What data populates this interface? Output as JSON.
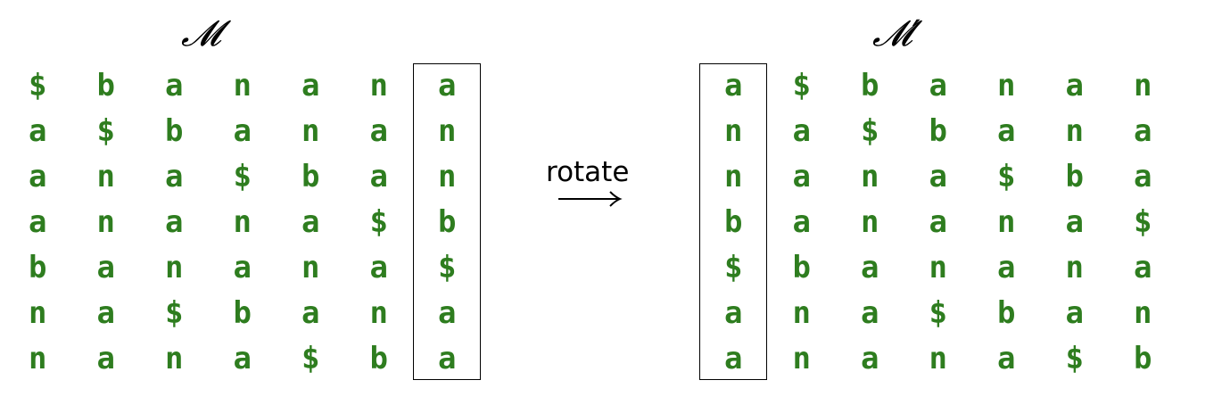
{
  "left": {
    "title": "𝓜",
    "rows": [
      [
        "$",
        "b",
        "a",
        "n",
        "a",
        "n",
        "a"
      ],
      [
        "a",
        "$",
        "b",
        "a",
        "n",
        "a",
        "n"
      ],
      [
        "a",
        "n",
        "a",
        "$",
        "b",
        "a",
        "n"
      ],
      [
        "a",
        "n",
        "a",
        "n",
        "a",
        "$",
        "b"
      ],
      [
        "b",
        "a",
        "n",
        "a",
        "n",
        "a",
        "$"
      ],
      [
        "n",
        "a",
        "$",
        "b",
        "a",
        "n",
        "a"
      ],
      [
        "n",
        "a",
        "n",
        "a",
        "$",
        "b",
        "a"
      ]
    ]
  },
  "arrow": {
    "label": "rotate"
  },
  "right": {
    "title": "𝓜′",
    "rows": [
      [
        "a",
        "$",
        "b",
        "a",
        "n",
        "a",
        "n"
      ],
      [
        "n",
        "a",
        "$",
        "b",
        "a",
        "n",
        "a"
      ],
      [
        "n",
        "a",
        "n",
        "a",
        "$",
        "b",
        "a"
      ],
      [
        "b",
        "a",
        "n",
        "a",
        "n",
        "a",
        "$"
      ],
      [
        "$",
        "b",
        "a",
        "n",
        "a",
        "n",
        "a"
      ],
      [
        "a",
        "n",
        "a",
        "$",
        "b",
        "a",
        "n"
      ],
      [
        "a",
        "n",
        "a",
        "n",
        "a",
        "$",
        "b"
      ]
    ]
  },
  "colors": {
    "cell_text": "#2e7d1f",
    "box_border": "#000000"
  }
}
